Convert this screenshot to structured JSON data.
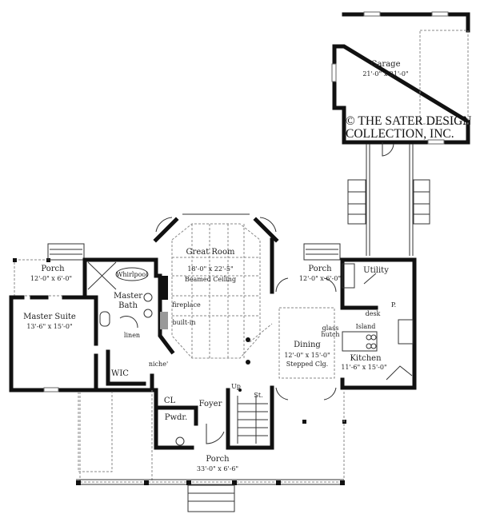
{
  "plan": {
    "copyright_line1": "© THE SATER DESIGN",
    "copyright_line2": "COLLECTION, INC.",
    "rooms": {
      "garage": {
        "name": "Garage",
        "dims": "21'-0\" x 21'-0\""
      },
      "great_room": {
        "name": "Great Room",
        "dims": "18'-0\" x 22'-5\"",
        "note": "Beamed Ceiling"
      },
      "porch_left": {
        "name": "Porch",
        "dims": "12'-0\" x 6'-0\""
      },
      "porch_right": {
        "name": "Porch",
        "dims": "12'-0\" x 6'-0\""
      },
      "porch_front": {
        "name": "Porch",
        "dims": "33'-0\" x 6'-6\""
      },
      "master_suite": {
        "name": "Master Suite",
        "dims": "13'-6\" x 15'-0\""
      },
      "master_bath": {
        "line1": "Master",
        "line2": "Bath"
      },
      "whirlpool": "Whirlpool",
      "fireplace": "fireplace",
      "built_in": "built-in",
      "linen": "linen",
      "niche": "niche'",
      "wic": "WIC",
      "utility": "Utility",
      "desk": "desk",
      "pantry": "P.",
      "glass_hutch": {
        "line1": "glass",
        "line2": "hutch"
      },
      "island": "Island",
      "dining": {
        "name": "Dining",
        "dims": "12'-0\" x 15'-0\"",
        "note": "Stepped Clg."
      },
      "kitchen": {
        "name": "Kitchen",
        "dims": "11'-6\" x 15'-0\""
      },
      "closet": "CL",
      "foyer": "Foyer",
      "up": "Up",
      "storage": "St.",
      "powder": "Pwdr."
    }
  }
}
